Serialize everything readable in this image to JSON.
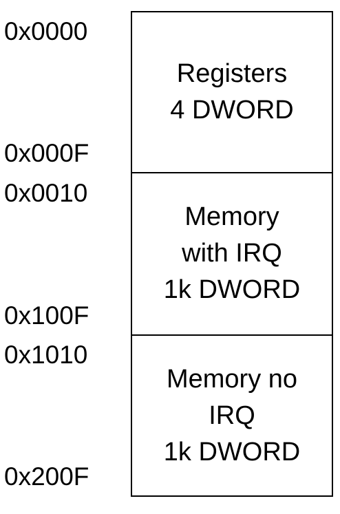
{
  "blocks": [
    {
      "start": "0x0000",
      "end": "0x000F",
      "lines": [
        "Registers",
        "4 DWORD"
      ]
    },
    {
      "start": "0x0010",
      "end": "0x100F",
      "lines": [
        "Memory",
        "with IRQ",
        "1k DWORD"
      ]
    },
    {
      "start": "0x1010",
      "end": "0x200F",
      "lines": [
        "Memory no",
        "IRQ",
        "1k DWORD"
      ]
    }
  ],
  "colors": {
    "border": "#000000",
    "text": "#000000",
    "background": "#ffffff"
  }
}
